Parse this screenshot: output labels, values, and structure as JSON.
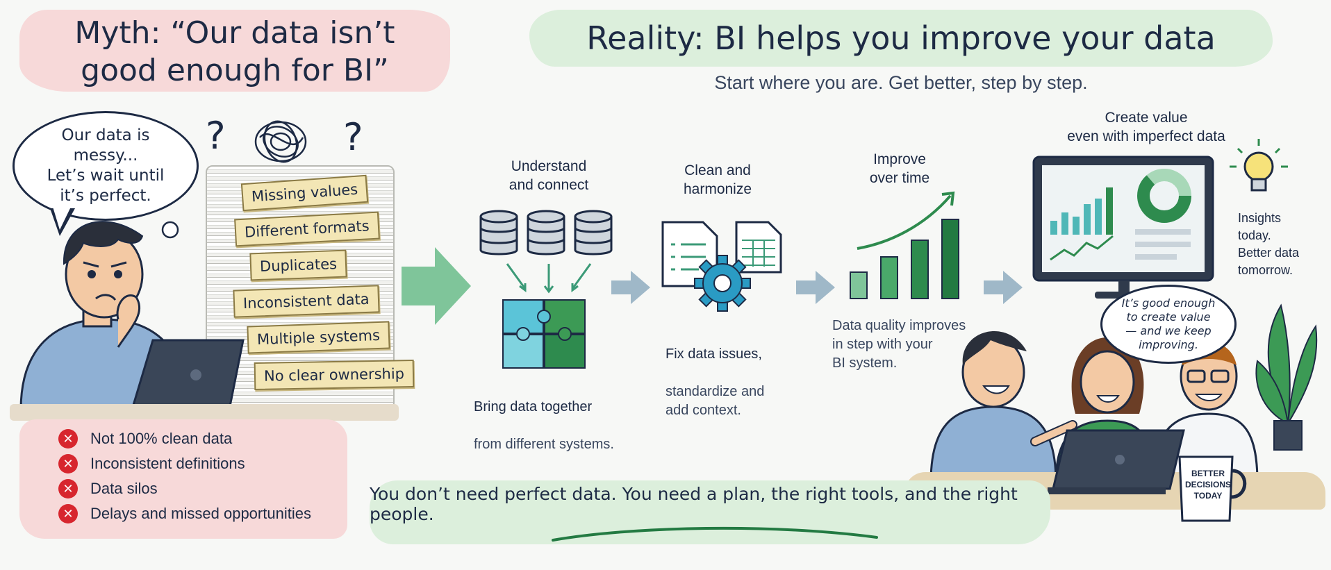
{
  "myth": {
    "title": "Myth: “Our data isn’t\ngood enough for BI”",
    "speech": "Our data is messy...\nLet’s wait until\nit’s perfect.",
    "issues": [
      "Missing values",
      "Different formats",
      "Duplicates",
      "Inconsistent data",
      "Multiple systems",
      "No clear ownership"
    ],
    "pain_points": [
      "Not 100% clean data",
      "Inconsistent definitions",
      "Data silos",
      "Delays and missed opportunities"
    ]
  },
  "reality": {
    "title": "Reality: BI helps you improve your data",
    "subtitle": "Start where you are. Get better, step by step.",
    "steps": [
      {
        "title": "Understand\nand connect",
        "desc_strong": "Bring data together",
        "desc": "from different systems."
      },
      {
        "title": "Clean and\nharmonize",
        "desc_strong": "Fix data issues,",
        "desc": "standardize and\nadd context."
      },
      {
        "title": "Improve\nover time",
        "desc_strong": "",
        "desc": "Data quality improves\nin step with your\nBI system."
      },
      {
        "title": "Create value\neven with imperfect data",
        "desc_strong": "",
        "desc": ""
      }
    ],
    "insights": "Insights\ntoday.\nBetter data\ntomorrow.",
    "team_speech": "It’s good enough\nto create value\n— and we keep\nimproving.",
    "mug_text": "BETTER\nDECISIONS\nTODAY",
    "footer": "You don’t need perfect data. You need a plan, the right tools, and the right people."
  },
  "colors": {
    "myth_bg": "#f7d9d9",
    "reality_bg": "#dcefdc",
    "accent_green": "#2e8b4e",
    "error_red": "#d7262e",
    "ink": "#1d2a44"
  },
  "icons": [
    "question-mark-icon",
    "tangle-icon",
    "database-icon",
    "puzzle-icon",
    "document-icon",
    "spreadsheet-icon",
    "gear-icon",
    "growth-chart-icon",
    "monitor-dashboard-icon",
    "lightbulb-icon",
    "plant-icon",
    "laptop-icon",
    "mug-icon",
    "x-circle-icon"
  ]
}
